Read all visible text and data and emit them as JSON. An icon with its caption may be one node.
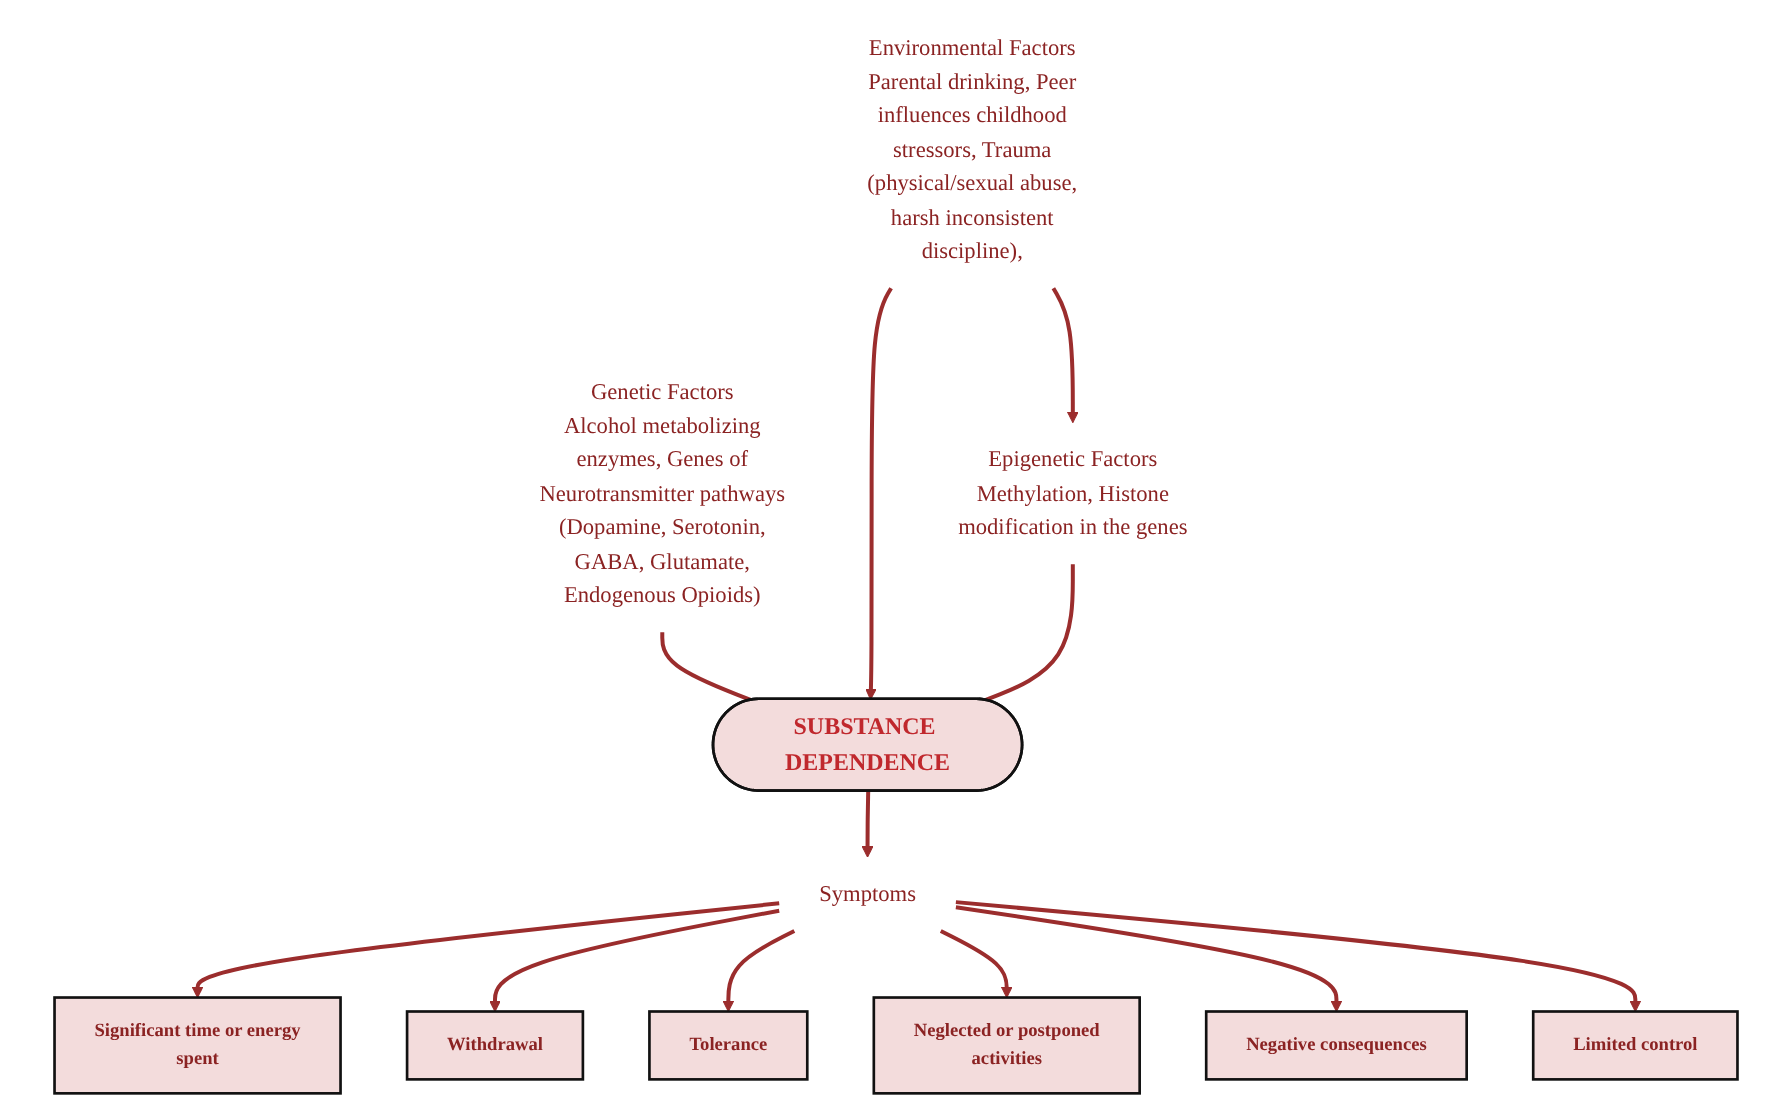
{
  "diagram": {
    "nodes": [
      {
        "text": [
          "Genetic Factors",
          "Alcohol metabolizing enzymes, Genes of Neurotransmitter pathways (Dopamine, Serotonin, GABA, Glutamate, Endogenous Opioids)"
        ]
      },
      {
        "text": [
          "Environmental Factors",
          "Parental drinking, Peer influences childhood stressors, Trauma (physical/sexual abuse, harsh inconsistent discipline),"
        ]
      },
      {
        "text": [
          "Epigenetic Factors",
          "Methylation, Histone modification in the genes"
        ]
      },
      {
        "text": [
          "SUBSTANCE DEPENDENCE"
        ]
      },
      {
        "text": [
          "Symptoms"
        ]
      },
      {
        "text": [
          "Significant time or energy spent"
        ]
      },
      {
        "text": [
          "Withdrawal"
        ]
      },
      {
        "text": [
          "Tolerance"
        ]
      },
      {
        "text": [
          "Neglected or postponed activities"
        ]
      },
      {
        "text": [
          "Negative consequences"
        ]
      },
      {
        "text": [
          "Limited control"
        ]
      }
    ],
    "edges": [
      {
        "from": 0,
        "to": 3,
        "arrow": "none"
      },
      {
        "from": 1,
        "to": 3,
        "arrow": "to"
      },
      {
        "from": 2,
        "to": 3,
        "arrow": "none"
      },
      {
        "from": 1,
        "to": 2,
        "arrow": "to"
      },
      {
        "from": 3,
        "to": 4,
        "arrow": "to"
      },
      {
        "from": 4,
        "to": 5,
        "arrow": "to"
      },
      {
        "from": 4,
        "to": 6,
        "arrow": "to"
      },
      {
        "from": 4,
        "to": 7,
        "arrow": "to"
      },
      {
        "from": 4,
        "to": 8,
        "arrow": "to"
      },
      {
        "from": 4,
        "to": 9,
        "arrow": "to"
      },
      {
        "from": 4,
        "to": 10,
        "arrow": "to"
      }
    ]
  }
}
